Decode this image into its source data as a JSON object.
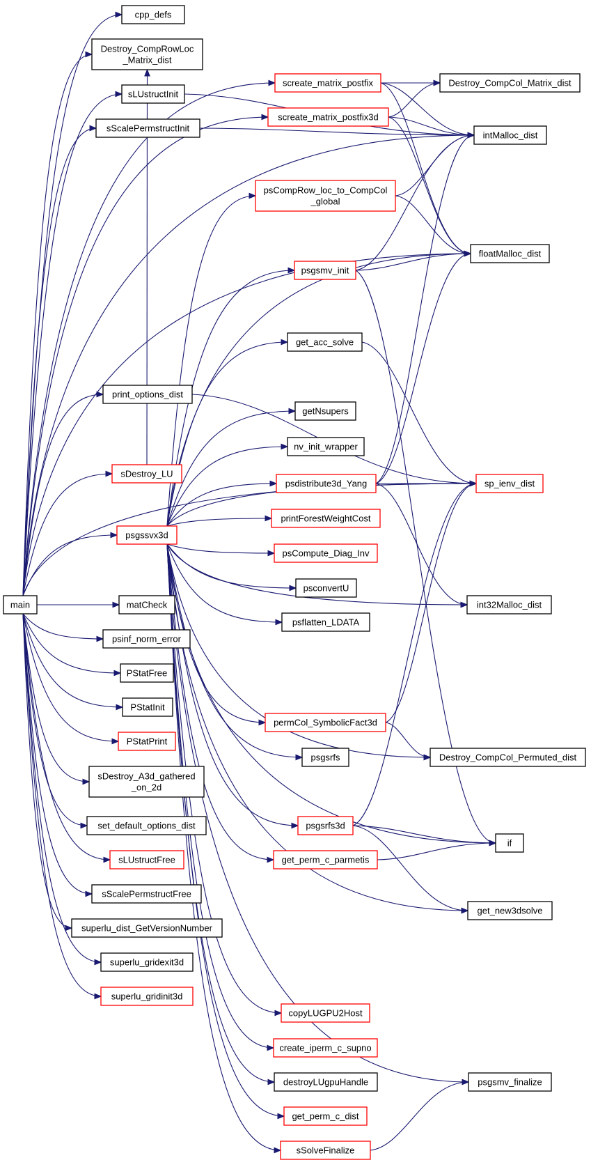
{
  "colors": {
    "edge": "#191970",
    "normal_border": "#000000",
    "truncated_border": "#ff0000",
    "root_fill": "#bfbfbf"
  },
  "nodes": [
    {
      "id": "main",
      "label": [
        "main"
      ],
      "style": "root"
    },
    {
      "id": "cpp_defs",
      "label": [
        "cpp_defs"
      ],
      "style": "normal"
    },
    {
      "id": "destroy_comprowloc",
      "label": [
        "Destroy_CompRowLoc",
        "_Matrix_dist"
      ],
      "style": "normal"
    },
    {
      "id": "slustructinit",
      "label": [
        "sLUstructInit"
      ],
      "style": "normal"
    },
    {
      "id": "sscalepermstructinit",
      "label": [
        "sScalePermstructInit"
      ],
      "style": "normal"
    },
    {
      "id": "screate_matrix_postfix",
      "label": [
        "screate_matrix_postfix"
      ],
      "style": "truncated"
    },
    {
      "id": "screate_matrix_postfix3d",
      "label": [
        "screate_matrix_postfix3d"
      ],
      "style": "truncated"
    },
    {
      "id": "destroy_compcol_matrix",
      "label": [
        "Destroy_CompCol_Matrix_dist"
      ],
      "style": "normal"
    },
    {
      "id": "intmalloc",
      "label": [
        "intMalloc_dist"
      ],
      "style": "normal"
    },
    {
      "id": "pscomprow",
      "label": [
        "psCompRow_loc_to_CompCol",
        "_global"
      ],
      "style": "truncated"
    },
    {
      "id": "floatmalloc",
      "label": [
        "floatMalloc_dist"
      ],
      "style": "normal"
    },
    {
      "id": "psgsmv_init",
      "label": [
        "psgsmv_init"
      ],
      "style": "truncated"
    },
    {
      "id": "get_acc_solve",
      "label": [
        "get_acc_solve"
      ],
      "style": "normal"
    },
    {
      "id": "print_options",
      "label": [
        "print_options_dist"
      ],
      "style": "normal"
    },
    {
      "id": "getnsupers",
      "label": [
        "getNsupers"
      ],
      "style": "normal"
    },
    {
      "id": "nv_init",
      "label": [
        "nv_init_wrapper"
      ],
      "style": "normal"
    },
    {
      "id": "sdestroy_lu",
      "label": [
        "sDestroy_LU"
      ],
      "style": "truncated"
    },
    {
      "id": "psdistribute",
      "label": [
        "psdistribute3d_Yang"
      ],
      "style": "truncated"
    },
    {
      "id": "sp_ienv",
      "label": [
        "sp_ienv_dist"
      ],
      "style": "truncated"
    },
    {
      "id": "printforest",
      "label": [
        "printForestWeightCost"
      ],
      "style": "truncated"
    },
    {
      "id": "psgssvx3d",
      "label": [
        "psgssvx3d"
      ],
      "style": "truncated"
    },
    {
      "id": "pscompute_diag",
      "label": [
        "psCompute_Diag_Inv"
      ],
      "style": "truncated"
    },
    {
      "id": "psconvertu",
      "label": [
        "psconvertU"
      ],
      "style": "normal"
    },
    {
      "id": "int32malloc",
      "label": [
        "int32Malloc_dist"
      ],
      "style": "normal"
    },
    {
      "id": "matcheck",
      "label": [
        "matCheck"
      ],
      "style": "normal"
    },
    {
      "id": "psflatten",
      "label": [
        "psflatten_LDATA"
      ],
      "style": "normal"
    },
    {
      "id": "psinf_norm",
      "label": [
        "psinf_norm_error"
      ],
      "style": "normal"
    },
    {
      "id": "pstatfree",
      "label": [
        "PStatFree"
      ],
      "style": "normal"
    },
    {
      "id": "pstatinit",
      "label": [
        "PStatInit"
      ],
      "style": "normal"
    },
    {
      "id": "permcol",
      "label": [
        "permCol_SymbolicFact3d"
      ],
      "style": "truncated"
    },
    {
      "id": "pstatprint",
      "label": [
        "PStatPrint"
      ],
      "style": "truncated"
    },
    {
      "id": "psgsrfs",
      "label": [
        "psgsrfs"
      ],
      "style": "normal"
    },
    {
      "id": "destroy_compcol_permuted",
      "label": [
        "Destroy_CompCol_Permuted_dist"
      ],
      "style": "normal"
    },
    {
      "id": "sdestroy_a3d",
      "label": [
        "sDestroy_A3d_gathered",
        "_on_2d"
      ],
      "style": "normal"
    },
    {
      "id": "set_default_options",
      "label": [
        "set_default_options_dist"
      ],
      "style": "normal"
    },
    {
      "id": "psgsrfs3d",
      "label": [
        "psgsrfs3d"
      ],
      "style": "truncated"
    },
    {
      "id": "if",
      "label": [
        "if"
      ],
      "style": "normal"
    },
    {
      "id": "slustructfree",
      "label": [
        "sLUstructFree"
      ],
      "style": "truncated"
    },
    {
      "id": "get_perm_c_parmetis",
      "label": [
        "get_perm_c_parmetis"
      ],
      "style": "truncated"
    },
    {
      "id": "sscalepermstructfree",
      "label": [
        "sScalePermstructFree"
      ],
      "style": "normal"
    },
    {
      "id": "get_new3dsolve",
      "label": [
        "get_new3dsolve"
      ],
      "style": "normal"
    },
    {
      "id": "superlu_version",
      "label": [
        "superlu_dist_GetVersionNumber"
      ],
      "style": "normal"
    },
    {
      "id": "superlu_gridexit3d",
      "label": [
        "superlu_gridexit3d"
      ],
      "style": "normal"
    },
    {
      "id": "superlu_gridinit3d",
      "label": [
        "superlu_gridinit3d"
      ],
      "style": "truncated"
    },
    {
      "id": "copylugpu",
      "label": [
        "copyLUGPU2Host"
      ],
      "style": "truncated"
    },
    {
      "id": "create_iperm",
      "label": [
        "create_iperm_c_supno"
      ],
      "style": "truncated"
    },
    {
      "id": "psgsmv_finalize",
      "label": [
        "psgsmv_finalize"
      ],
      "style": "normal"
    },
    {
      "id": "destroylugpu",
      "label": [
        "destroyLUgpuHandle"
      ],
      "style": "normal"
    },
    {
      "id": "get_perm_c_dist",
      "label": [
        "get_perm_c_dist"
      ],
      "style": "truncated"
    },
    {
      "id": "ssolvefinalize",
      "label": [
        "sSolveFinalize"
      ],
      "style": "truncated"
    }
  ],
  "edges": [
    [
      "main",
      "cpp_defs"
    ],
    [
      "main",
      "destroy_comprowloc"
    ],
    [
      "main",
      "slustructinit"
    ],
    [
      "main",
      "sscalepermstructinit"
    ],
    [
      "main",
      "screate_matrix_postfix"
    ],
    [
      "main",
      "screate_matrix_postfix3d"
    ],
    [
      "main",
      "intmalloc"
    ],
    [
      "main",
      "floatmalloc"
    ],
    [
      "main",
      "print_options"
    ],
    [
      "main",
      "sdestroy_lu"
    ],
    [
      "main",
      "psgssvx3d"
    ],
    [
      "main",
      "matcheck"
    ],
    [
      "main",
      "psinf_norm"
    ],
    [
      "main",
      "pstatfree"
    ],
    [
      "main",
      "pstatinit"
    ],
    [
      "main",
      "pstatprint"
    ],
    [
      "main",
      "sdestroy_a3d"
    ],
    [
      "main",
      "set_default_options"
    ],
    [
      "main",
      "slustructfree"
    ],
    [
      "main",
      "sscalepermstructfree"
    ],
    [
      "main",
      "superlu_version"
    ],
    [
      "main",
      "superlu_gridexit3d"
    ],
    [
      "main",
      "superlu_gridinit3d"
    ],
    [
      "main",
      "sp_ienv"
    ],
    [
      "slustructinit",
      "intmalloc"
    ],
    [
      "sscalepermstructinit",
      "intmalloc"
    ],
    [
      "screate_matrix_postfix",
      "destroy_compcol_matrix"
    ],
    [
      "screate_matrix_postfix",
      "intmalloc"
    ],
    [
      "screate_matrix_postfix",
      "floatmalloc"
    ],
    [
      "screate_matrix_postfix3d",
      "destroy_compcol_matrix"
    ],
    [
      "screate_matrix_postfix3d",
      "intmalloc"
    ],
    [
      "screate_matrix_postfix3d",
      "floatmalloc"
    ],
    [
      "pscomprow",
      "intmalloc"
    ],
    [
      "pscomprow",
      "floatmalloc"
    ],
    [
      "psgsmv_init",
      "intmalloc"
    ],
    [
      "psgsmv_init",
      "floatmalloc"
    ],
    [
      "psgsmv_init",
      "if"
    ],
    [
      "get_acc_solve",
      "sp_ienv"
    ],
    [
      "print_options",
      "sp_ienv"
    ],
    [
      "sdestroy_lu",
      "destroy_comprowloc"
    ],
    [
      "psdistribute",
      "intmalloc"
    ],
    [
      "psdistribute",
      "floatmalloc"
    ],
    [
      "psdistribute",
      "sp_ienv"
    ],
    [
      "psdistribute",
      "int32malloc"
    ],
    [
      "psgssvx3d",
      "pscomprow"
    ],
    [
      "psgssvx3d",
      "psgsmv_init"
    ],
    [
      "psgssvx3d",
      "get_acc_solve"
    ],
    [
      "psgssvx3d",
      "getnsupers"
    ],
    [
      "psgssvx3d",
      "nv_init"
    ],
    [
      "psgssvx3d",
      "psdistribute"
    ],
    [
      "psgssvx3d",
      "printforest"
    ],
    [
      "psgssvx3d",
      "pscompute_diag"
    ],
    [
      "psgssvx3d",
      "psconvertu"
    ],
    [
      "psgssvx3d",
      "psflatten"
    ],
    [
      "psgssvx3d",
      "floatmalloc"
    ],
    [
      "psgssvx3d",
      "sp_ienv"
    ],
    [
      "psgssvx3d",
      "int32malloc"
    ],
    [
      "psgssvx3d",
      "permcol"
    ],
    [
      "psgssvx3d",
      "psgsrfs"
    ],
    [
      "psgssvx3d",
      "destroy_compcol_permuted"
    ],
    [
      "psgssvx3d",
      "psgsrfs3d"
    ],
    [
      "psgssvx3d",
      "get_perm_c_parmetis"
    ],
    [
      "psgssvx3d",
      "if"
    ],
    [
      "psgssvx3d",
      "get_new3dsolve"
    ],
    [
      "psgssvx3d",
      "copylugpu"
    ],
    [
      "psgssvx3d",
      "create_iperm"
    ],
    [
      "psgssvx3d",
      "psgsmv_finalize"
    ],
    [
      "psgssvx3d",
      "destroylugpu"
    ],
    [
      "psgssvx3d",
      "get_perm_c_dist"
    ],
    [
      "psgssvx3d",
      "ssolvefinalize"
    ],
    [
      "permcol",
      "sp_ienv"
    ],
    [
      "permcol",
      "destroy_compcol_permuted"
    ],
    [
      "psgsrfs3d",
      "if"
    ],
    [
      "psgsrfs3d",
      "get_new3dsolve"
    ],
    [
      "psgsrfs3d",
      "sp_ienv"
    ],
    [
      "get_perm_c_parmetis",
      "if"
    ],
    [
      "ssolvefinalize",
      "psgsmv_finalize"
    ]
  ]
}
